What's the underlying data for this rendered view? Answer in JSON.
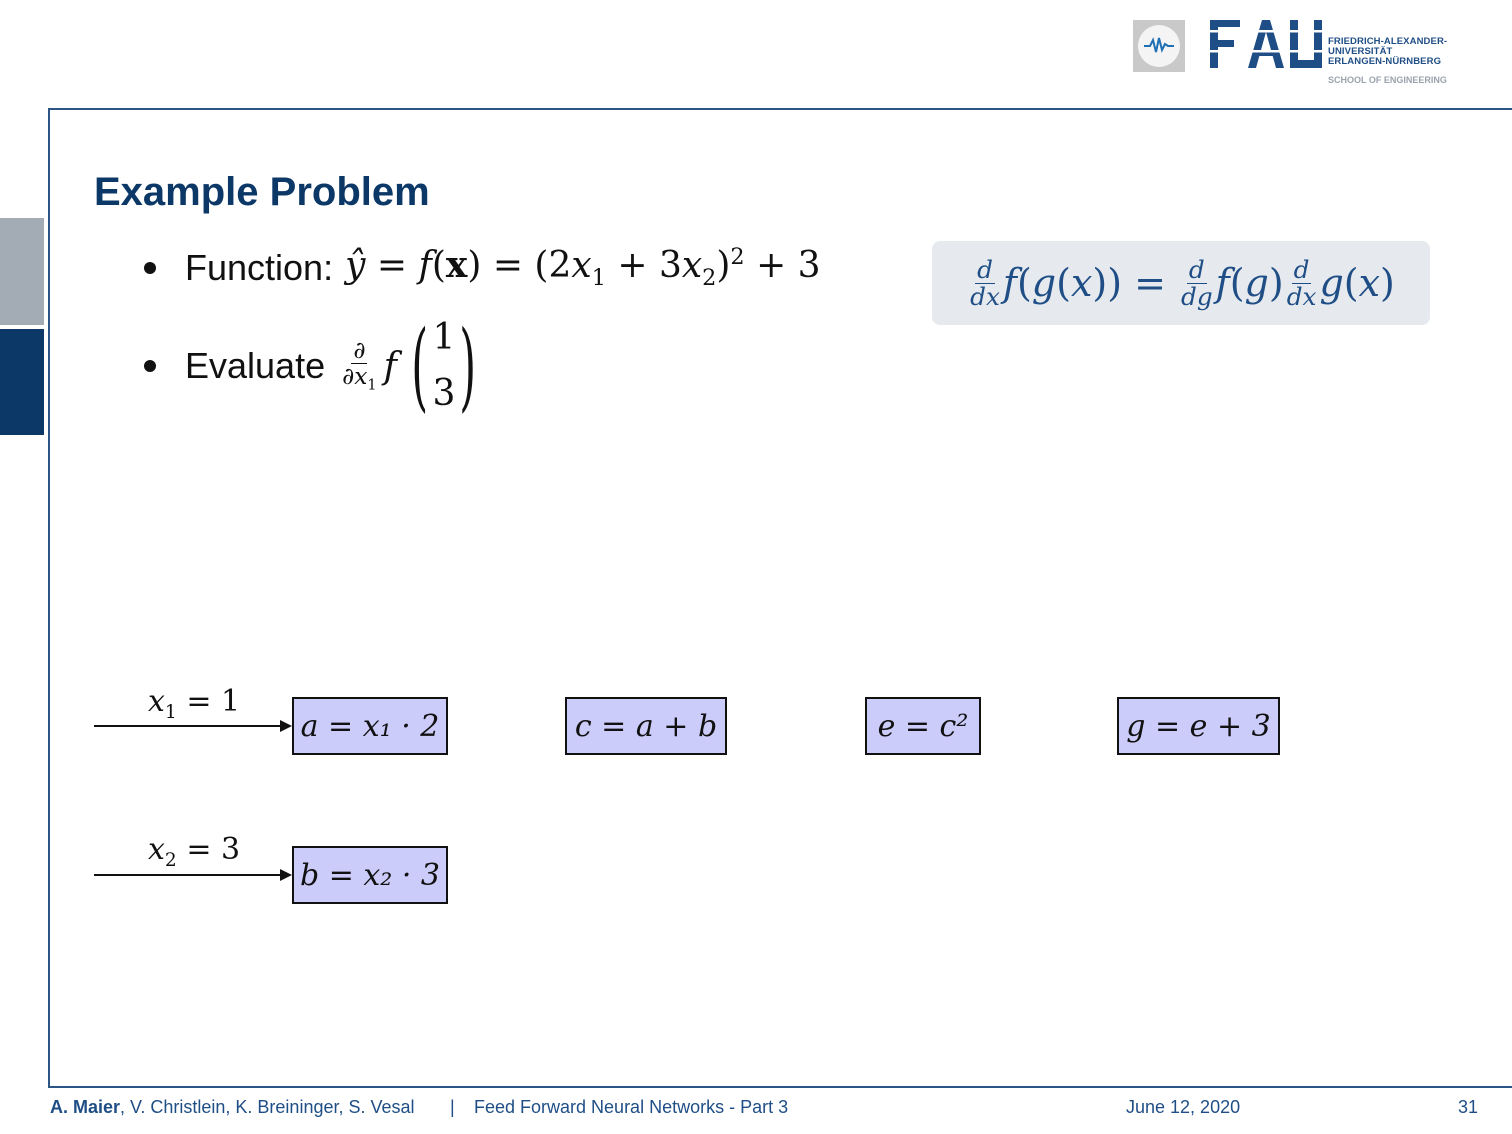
{
  "header": {
    "institution_lines": [
      "FRIEDRICH-ALEXANDER-",
      "UNIVERSITÄT",
      "ERLANGEN-NÜRNBERG"
    ],
    "school": "SCHOOL OF ENGINEERING",
    "logo_text": "FAU"
  },
  "slide": {
    "title": "Example Problem",
    "bullet1_prefix": "Function:",
    "bullet1_math": "ŷ = f(x) = (2x₁ + 3x₂)² + 3",
    "bullet2_prefix": "Evaluate",
    "vector": [
      "1",
      "3"
    ],
    "chain_rule": "d/dx f(g(x)) = d/dg f(g) d/dx g(x)"
  },
  "graph": {
    "inputs": [
      {
        "label_var": "x",
        "label_sub": "1",
        "label_val": "= 1"
      },
      {
        "label_var": "x",
        "label_sub": "2",
        "label_val": "= 3"
      }
    ],
    "nodes": [
      {
        "id": "a",
        "text": "a = x₁ · 2"
      },
      {
        "id": "b",
        "text": "b = x₂ · 3"
      },
      {
        "id": "c",
        "text": "c = a + b"
      },
      {
        "id": "e",
        "text": "e = c²"
      },
      {
        "id": "g",
        "text": "g = e + 3"
      }
    ]
  },
  "footer": {
    "lead_author": "A. Maier",
    "coauthors": ", V. Christlein, K. Breininger, S. Vesal",
    "separator": "|",
    "talk": "Feed Forward Neural Networks - Part 3",
    "date": "June 12, 2020",
    "page": "31"
  },
  "colors": {
    "accent": "#0c3868",
    "side_grey": "#a3acb5",
    "node_fill": "#ccccfb",
    "chain_bg": "#e6e9ed"
  }
}
